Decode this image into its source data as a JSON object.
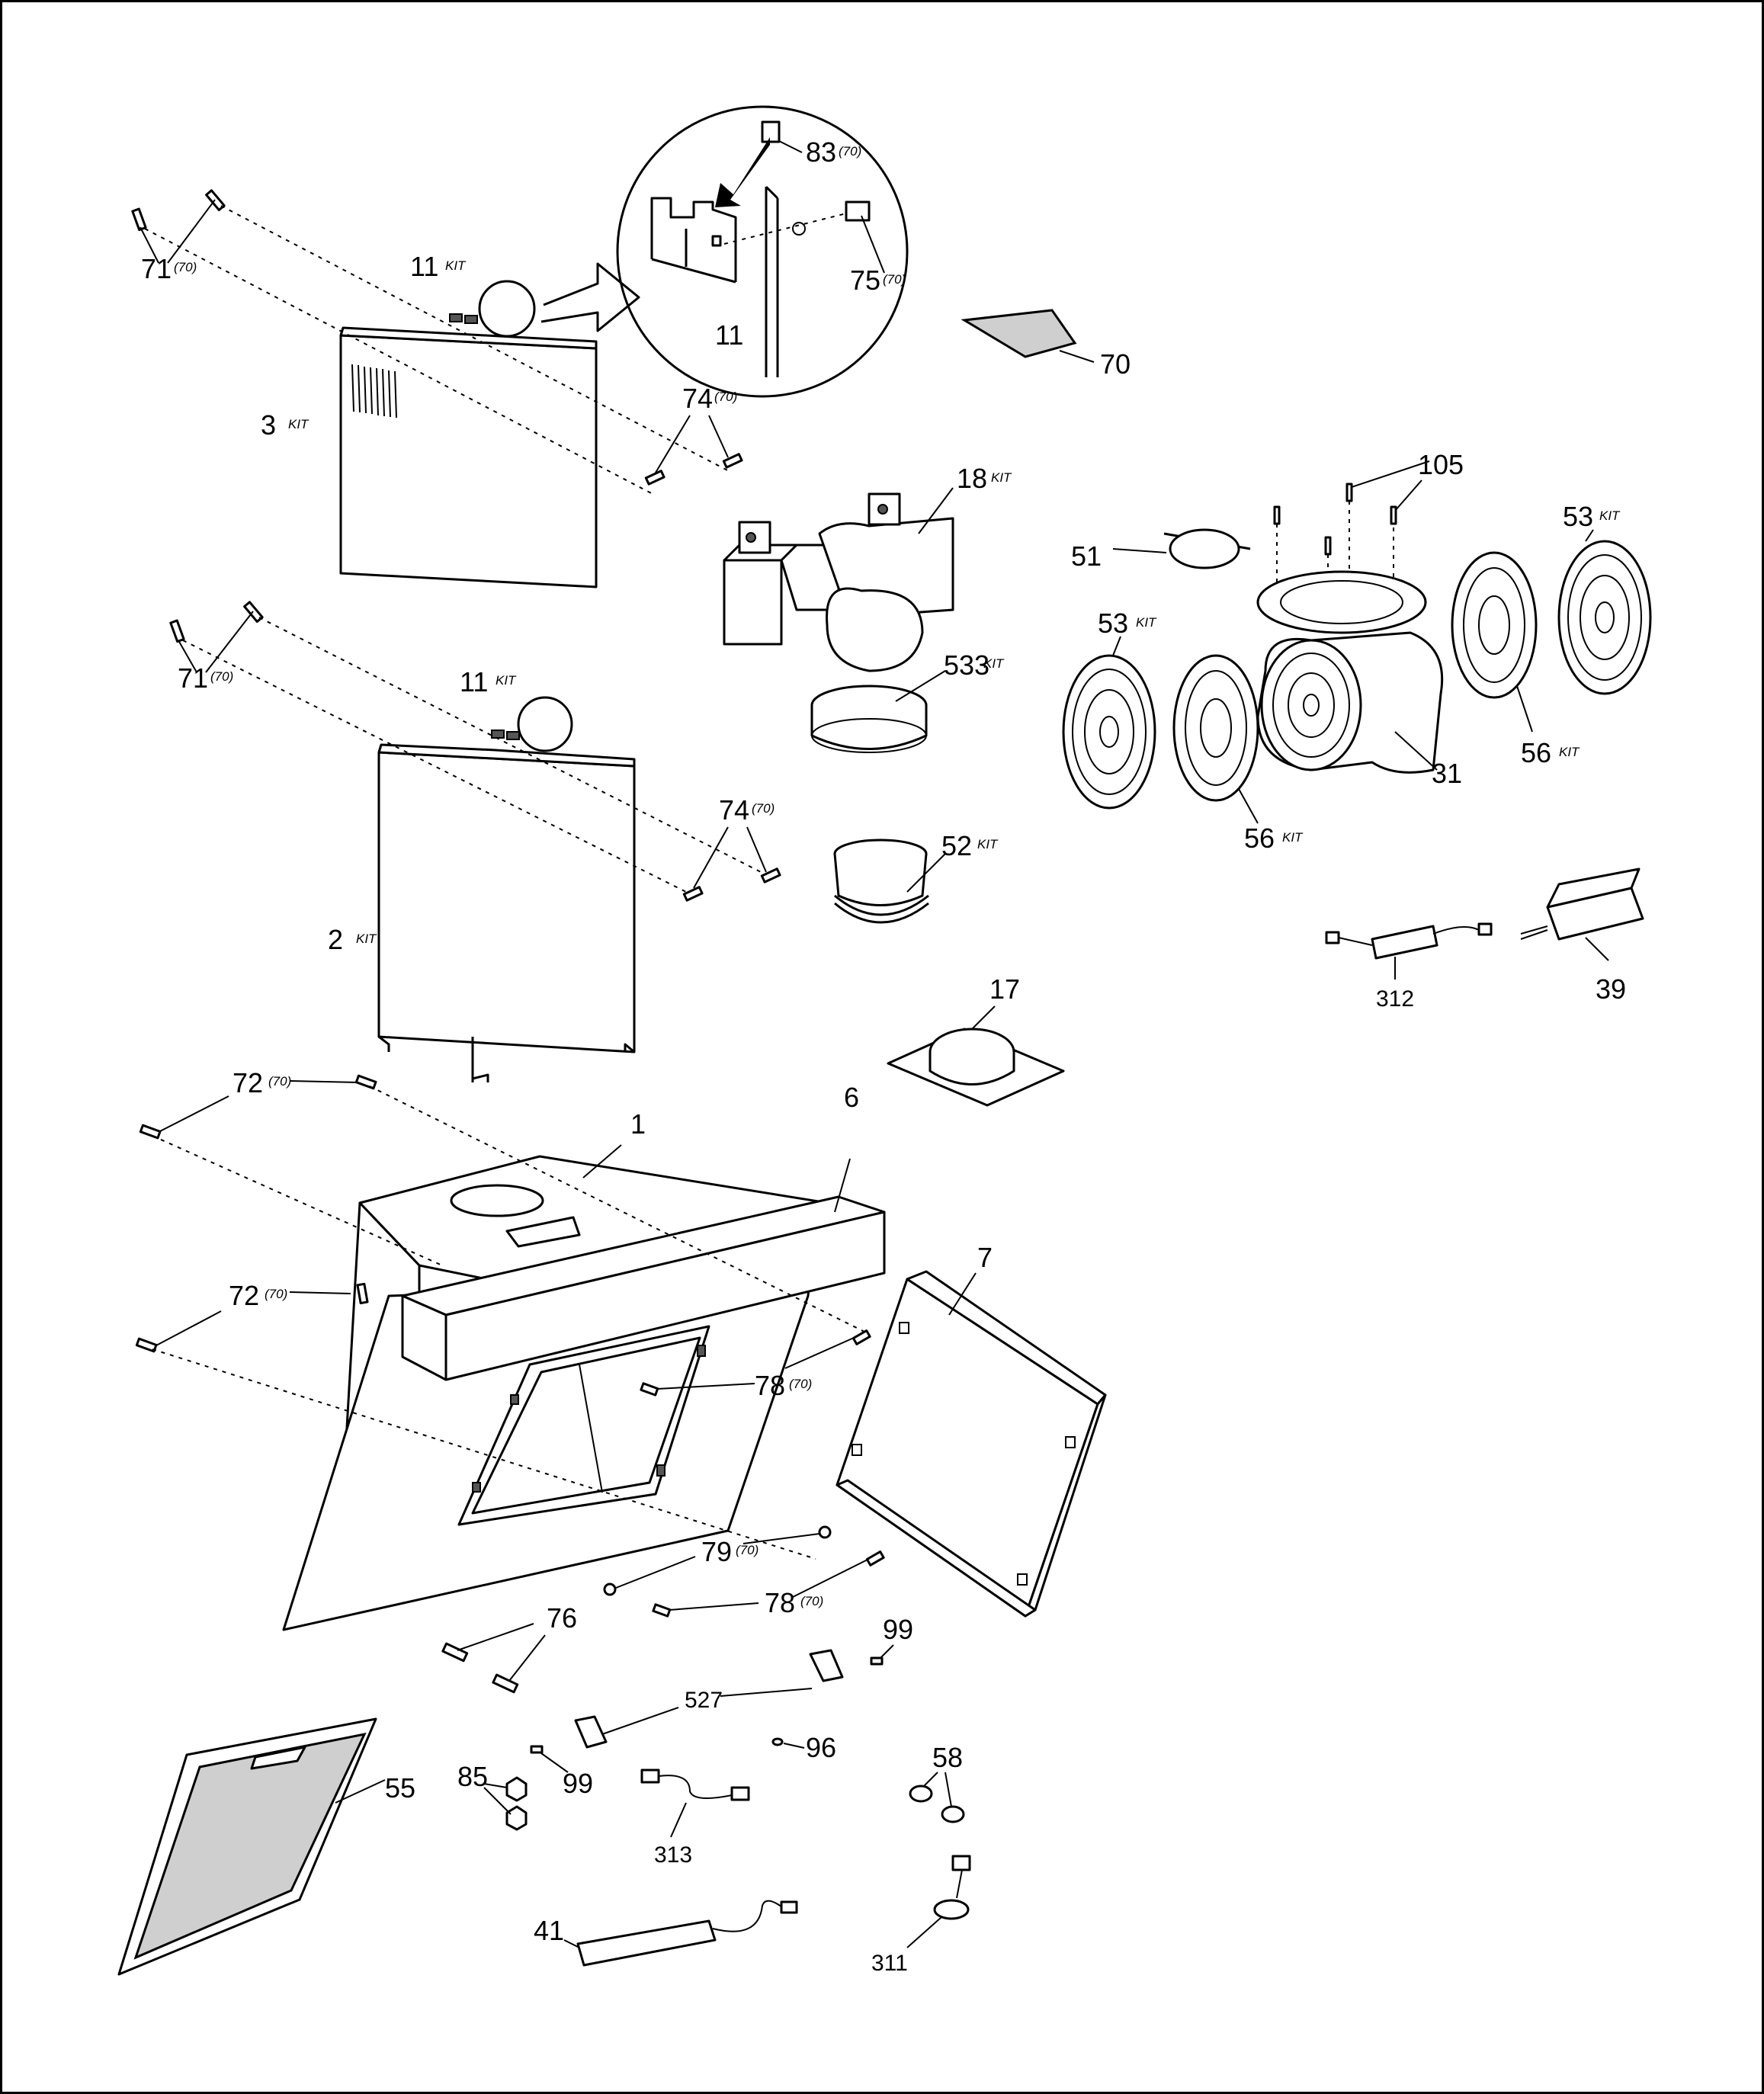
{
  "labels": {
    "p71a": "71",
    "p71a_s": "(70)",
    "p11a": "11",
    "p11a_s": "KIT",
    "p83": "83",
    "p83_s": "(70)",
    "p75": "75",
    "p75_s": "(70)",
    "p11d": "11",
    "p70": "70",
    "p3": "3",
    "p3_s": "KIT",
    "p74a": "74",
    "p74a_s": "(70)",
    "p18": "18",
    "p18_s": "KIT",
    "p105": "105",
    "p51": "51",
    "p53a": "53",
    "p53a_s": "KIT",
    "p53b": "53",
    "p53b_s": "KIT",
    "p71b": "71",
    "p71b_s": "(70)",
    "p11b": "11",
    "p11b_s": "KIT",
    "p533": "533",
    "p533_s": "KIT",
    "p31": "31",
    "p56a": "56",
    "p56a_s": "KIT",
    "p56b": "56",
    "p56b_s": "KIT",
    "p74b": "74",
    "p74b_s": "(70)",
    "p52": "52",
    "p52_s": "KIT",
    "p2": "2",
    "p2_s": "KIT",
    "p312": "312",
    "p39": "39",
    "p17": "17",
    "p72a": "72",
    "p72a_s": "(70)",
    "p1": "1",
    "p6": "6",
    "p7": "7",
    "p72b": "72",
    "p72b_s": "(70)",
    "p78a": "78",
    "p78a_s": "(70)",
    "p79": "79",
    "p79_s": "(70)",
    "p78b": "78",
    "p78b_s": "(70)",
    "p76": "76",
    "p99a": "99",
    "p527": "527",
    "p96": "96",
    "p58": "58",
    "p85": "85",
    "p99b": "99",
    "p55": "55",
    "p313": "313",
    "p41": "41",
    "p311": "311"
  }
}
